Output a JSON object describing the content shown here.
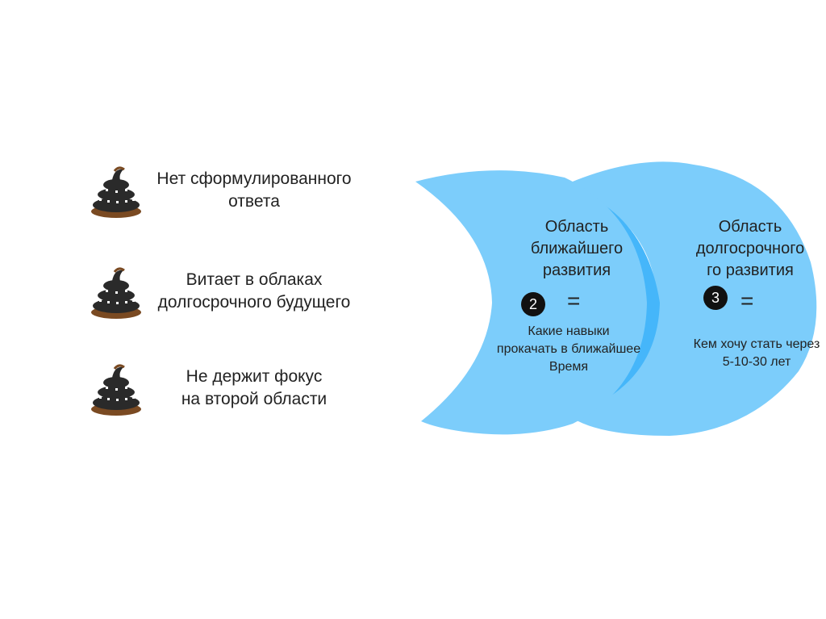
{
  "list": [
    {
      "text": "Нет сформулированного\nответа",
      "icon": "poop-icon"
    },
    {
      "text": "Витает в облаках\nдолгосрочного будущего",
      "icon": "poop-icon"
    },
    {
      "text": "Не держит фокус\nна второй области",
      "icon": "poop-icon"
    }
  ],
  "zones": {
    "near": {
      "title": "Область\nближайшего\nразвития",
      "number": "2",
      "equals": "=",
      "description": "Какие  навыки\nпрокачать в ближайшее\nВремя"
    },
    "far": {
      "title": "Область\nдолгосрочного\nго развития",
      "number": "3",
      "equals": "=",
      "description": "Кем хочу стать через\n5-10-30 лет"
    }
  },
  "colors": {
    "zone_fill": "#7ccdfb",
    "zone_overlap": "#45b6fa",
    "badge": "#111111",
    "poop_dark": "#2a2a2a",
    "poop_brown": "#7a4a22"
  }
}
